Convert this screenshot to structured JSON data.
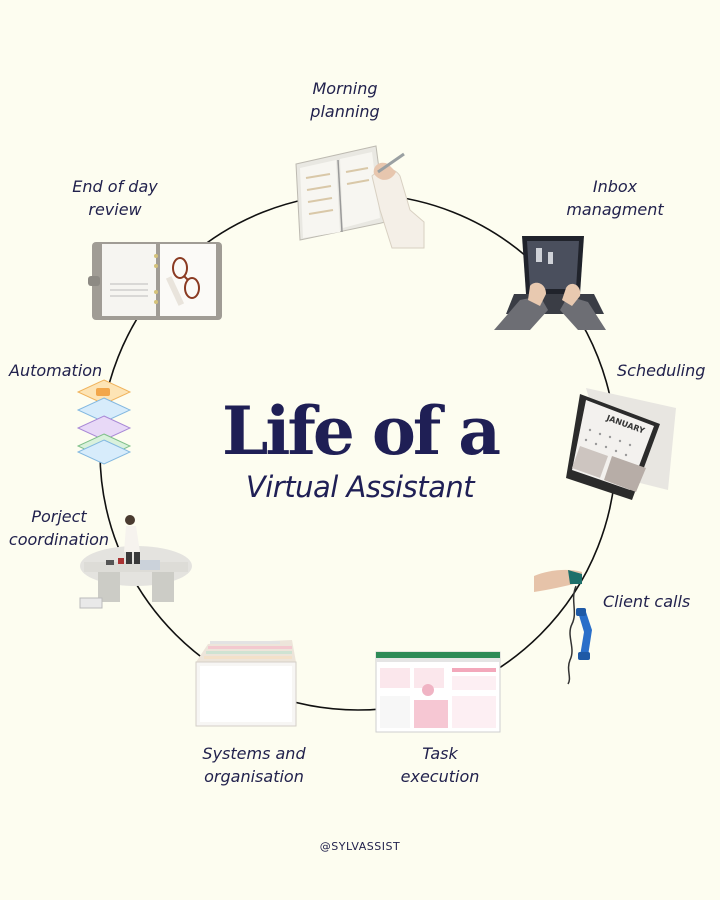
{
  "title": {
    "main": "Life of a",
    "sub": "Virtual Assistant"
  },
  "handle": "@SYLVASSIST",
  "steps": [
    {
      "id": "morning",
      "line1": "Morning",
      "line2": "planning"
    },
    {
      "id": "inbox",
      "line1": "Inbox",
      "line2": "managment"
    },
    {
      "id": "scheduling",
      "line1": "Scheduling"
    },
    {
      "id": "client",
      "line1": "Client calls"
    },
    {
      "id": "task",
      "line1": "Task",
      "line2": "execution"
    },
    {
      "id": "systems",
      "line1": "Systems and",
      "line2": "organisation"
    },
    {
      "id": "project",
      "line1": "Porject",
      "line2": "coordination"
    },
    {
      "id": "automation",
      "line1": "Automation"
    },
    {
      "id": "review",
      "line1": "End of day",
      "line2": "review"
    }
  ],
  "calendar_month": "JANUARY",
  "colors": {
    "background": "#fdfdf0",
    "ink": "#22224d",
    "phone": "#2a6fc9",
    "sheet_accent": "#2e8b57"
  }
}
